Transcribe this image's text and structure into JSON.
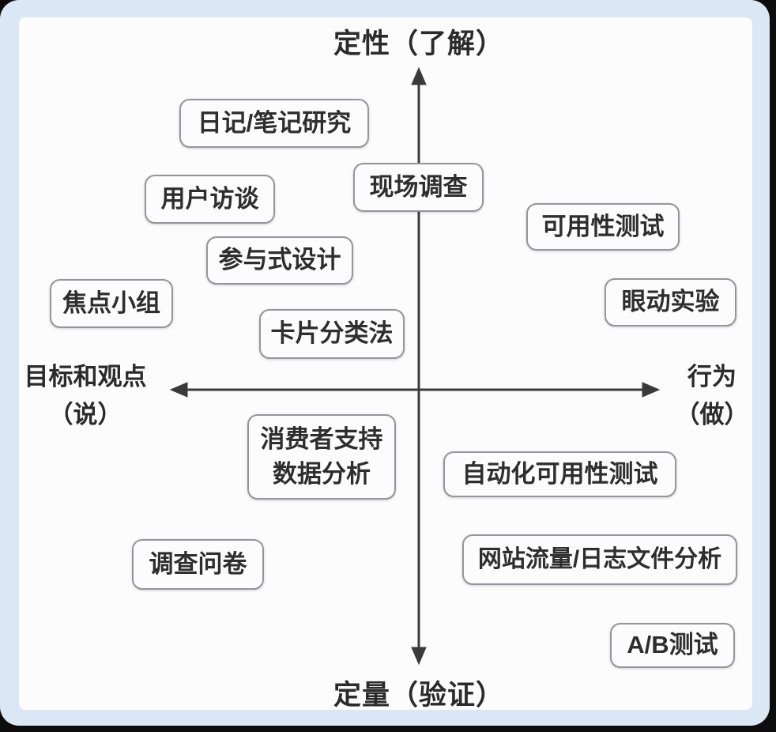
{
  "diagram": {
    "title_top": "定性（了解）",
    "title_bottom": "定量（验证）",
    "axis_left": {
      "line1": "目标和观点",
      "line2": "（说）"
    },
    "axis_right": {
      "line1": "行为",
      "line2": "（做）"
    }
  },
  "methods": {
    "diary_study": "日记/笔记研究",
    "user_interviews": "用户访谈",
    "field_study": "现场调查",
    "usability_testing": "可用性测试",
    "participatory_design": "参与式设计",
    "eye_tracking": "眼动实验",
    "focus_groups": "焦点小组",
    "card_sorting": "卡片分类法",
    "customer_support_data_analysis": "消费者支持\n数据分析",
    "automated_usability_testing": "自动化可用性测试",
    "survey_questionnaire": "调查问卷",
    "web_traffic_log_analysis": "网站流量/日志文件分析",
    "ab_testing": "A/B测试"
  },
  "colors": {
    "frame": "#dbe7f4",
    "panel": "#fcfcfd",
    "axis_line": "#3a3a3a",
    "box_border": "#95959b",
    "text": "#2e2e2e"
  }
}
